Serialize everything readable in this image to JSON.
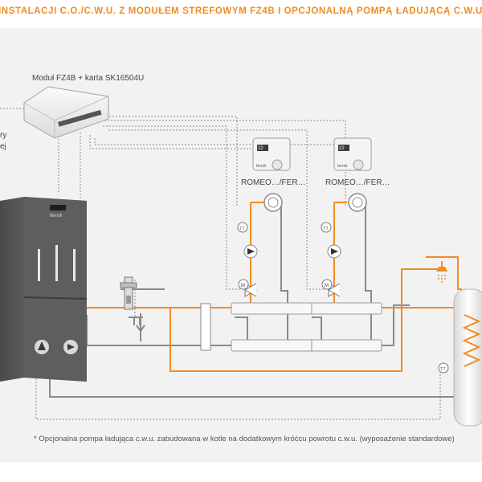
{
  "title": "INSTALACJI C.O./C.W.U. Z MODUŁEM STREFOWYM FZ4B I OPCJONALNĄ POMPĄ ŁADUJĄCĄ C.W.U.",
  "module_label": "Moduł FZ4B + karta SK16504U",
  "side_label_1": "ry",
  "side_label_2": "ej",
  "thermostat_1_label": "ROMEO…/FER…",
  "thermostat_2_label": "ROMEO…/FER…",
  "thermostat_display": "22",
  "thermostat_brand": "ferroli",
  "boiler_brand": "ferroli",
  "tt_symbol": "TT",
  "m_symbol": "M",
  "footnote": "* Opcjonalna pompa ładująca c.w.u. zabudowana w kotle na dodatkowym króćcu powrotu c.w.u. (wyposażenie standardowe)",
  "colors": {
    "accent": "#f28c1e",
    "pipe_grey": "#8a8a8a",
    "panel_bg": "#f2f2f2"
  }
}
